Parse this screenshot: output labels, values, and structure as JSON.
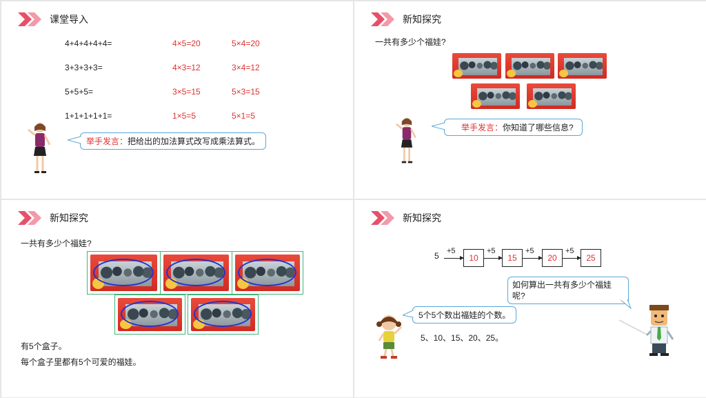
{
  "slide1": {
    "title": "课堂导入",
    "rows": [
      {
        "expr": "4+4+4+4+4=",
        "a": "4×5=20",
        "b": "5×4=20"
      },
      {
        "expr": "3+3+3+3=",
        "a": "4×3=12",
        "b": "3×4=12"
      },
      {
        "expr": "5+5+5=",
        "a": "3×5=15",
        "b": "5×3=15"
      },
      {
        "expr": "1+1+1+1+1=",
        "a": "1×5=5",
        "b": "5×1=5"
      }
    ],
    "bubble_lead": "举手发言：",
    "bubble_text": "把给出的加法算式改写成乘法算式。"
  },
  "slide2": {
    "title": "新知探究",
    "question": "一共有多少个福娃?",
    "bubble_lead": "举手发言：",
    "bubble_text": "你知道了哪些信息?"
  },
  "slide3": {
    "title": "新知探究",
    "question": "一共有多少个福娃?",
    "fact1": "有5个盒子。",
    "fact2": "每个盒子里都有5个可爱的福娃。"
  },
  "slide4": {
    "title": "新知探究",
    "start": "5",
    "step_labels": [
      "+5",
      "+5",
      "+5",
      "+5"
    ],
    "boxes": [
      "10",
      "15",
      "20",
      "25"
    ],
    "teacher_bubble": "如何算出一共有多少个福娃呢?",
    "student_bubble": "5个5个数出福娃的个数。",
    "sequence": "5、10、15、20、25。"
  },
  "colors": {
    "accent": "#e8506a",
    "answer_red": "#e03030",
    "bubble_border": "#5aa7d6",
    "frame_green": "#43b27a",
    "ellipse_blue": "#2233cc"
  }
}
